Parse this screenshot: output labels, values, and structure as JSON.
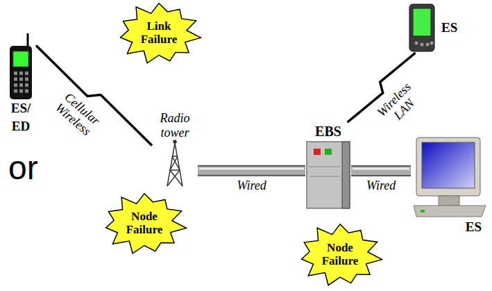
{
  "diagram": {
    "nodes": [
      {
        "text": [
          "ES/ ED"
        ]
      },
      {
        "text": [
          "Link Failure"
        ]
      },
      {
        "text": [
          "Radio tower"
        ]
      },
      {
        "text": [
          "Node Failure"
        ]
      },
      {
        "text": [
          "EBS"
        ]
      },
      {
        "text": [
          "ES"
        ]
      },
      {
        "text": [
          "ES"
        ]
      },
      {
        "text": [
          "Node Failure"
        ]
      }
    ],
    "edges": [
      {
        "from": 0,
        "to": 2,
        "label": "Cellular Wireless",
        "arrow": "none"
      },
      {
        "from": 2,
        "to": 4,
        "label": "Wired",
        "arrow": "none"
      },
      {
        "from": 4,
        "to": 5,
        "label": "Wireless LAN",
        "arrow": "none"
      },
      {
        "from": 4,
        "to": 6,
        "label": "Wired",
        "arrow": "none"
      }
    ],
    "labels": [
      "or"
    ]
  }
}
